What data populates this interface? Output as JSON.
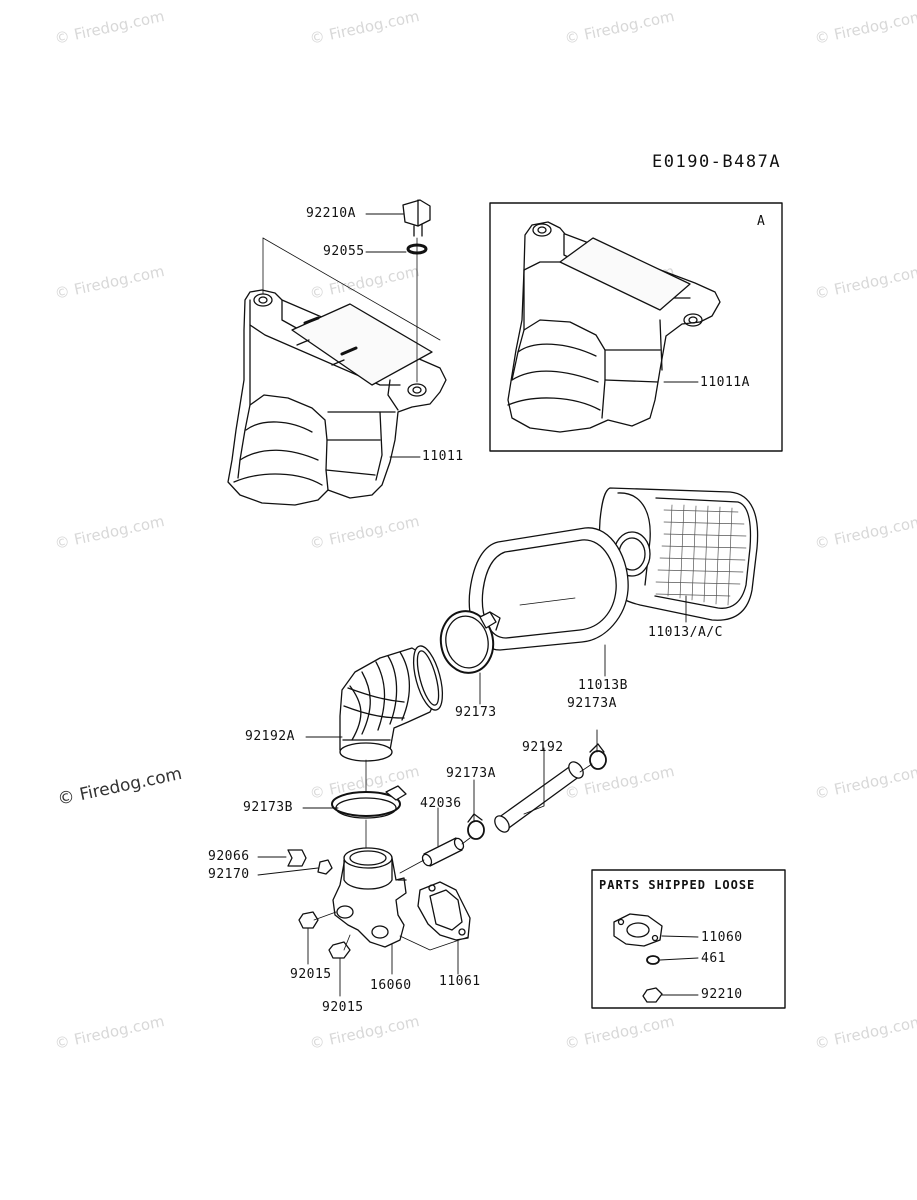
{
  "diagram_code": "E0190-B487A",
  "inset": {
    "letter": "A",
    "part": "11011A"
  },
  "parts_shipped_loose": {
    "title": "PARTS SHIPPED LOOSE",
    "parts": [
      "11060",
      "461",
      "92210"
    ]
  },
  "parts": {
    "p92210A": "92210A",
    "p92055": "92055",
    "p11011": "11011",
    "p11013": "11013/A/C",
    "p11013B": "11013B",
    "p92173": "92173",
    "p92173A_top": "92173A",
    "p92192A": "92192A",
    "p92192": "92192",
    "p92173A_mid": "92173A",
    "p42036": "42036",
    "p92173B": "92173B",
    "p92066": "92066",
    "p92170": "92170",
    "p92015_a": "92015",
    "p92015_b": "92015",
    "p16060": "16060",
    "p11061": "11061"
  },
  "watermark": "© Firedog.com"
}
